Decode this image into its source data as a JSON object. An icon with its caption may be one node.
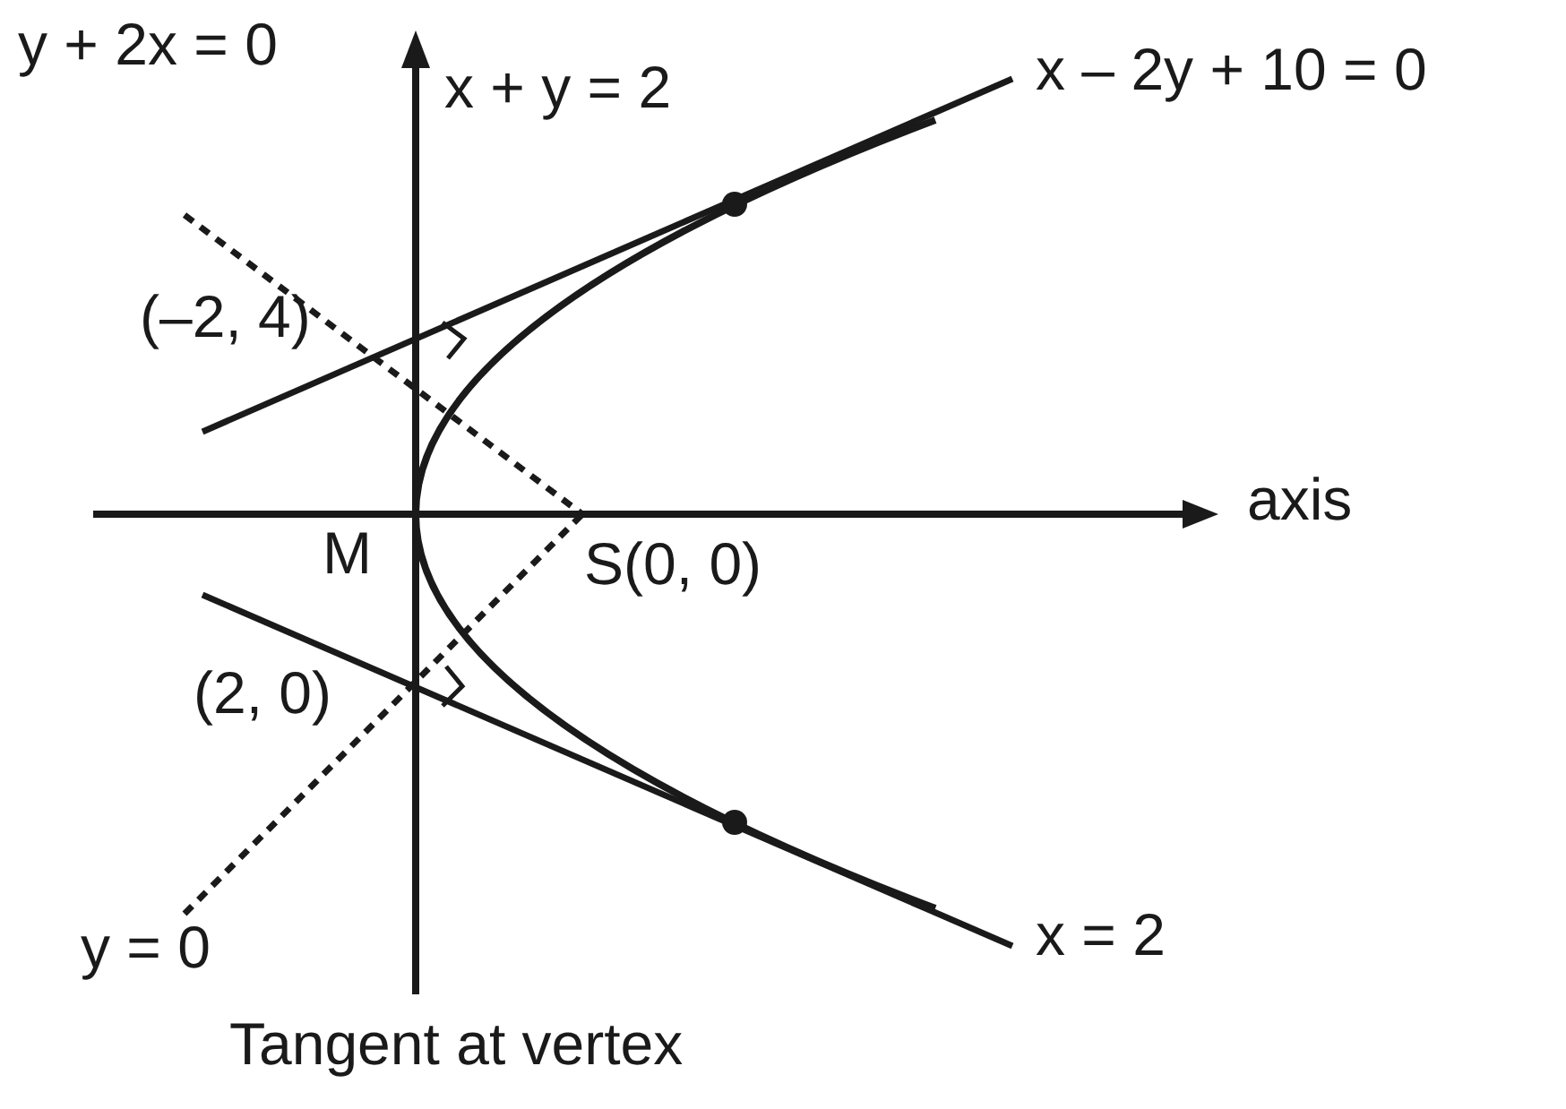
{
  "diagram": {
    "labels": [
      "y + 2x = 0",
      "x + y = 2",
      "x – 2y + 10 = 0",
      "(–2, 4)",
      "axis",
      "M",
      "S(0, 0)",
      "(2, 0)",
      "y = 0",
      "x = 2",
      "Tangent at vertex"
    ]
  }
}
